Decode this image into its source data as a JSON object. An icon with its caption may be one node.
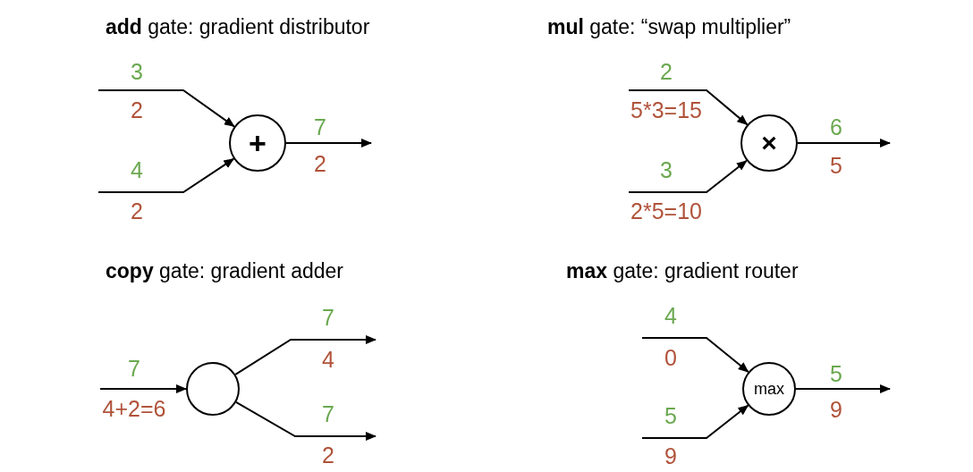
{
  "diagram": {
    "nodes": [
      {
        "text": [
          "+"
        ]
      },
      {
        "text": [
          "×"
        ]
      },
      {
        "text": [],
        "shape": "circle"
      },
      {
        "text": [
          "max"
        ]
      }
    ],
    "edges": [
      {
        "from": null,
        "to": 0,
        "arrow": "to"
      },
      {
        "from": null,
        "to": 0,
        "arrow": "to"
      },
      {
        "from": 0,
        "to": null,
        "arrow": "to"
      },
      {
        "from": null,
        "to": 1,
        "arrow": "to"
      },
      {
        "from": null,
        "to": 1,
        "arrow": "to"
      },
      {
        "from": 1,
        "to": null,
        "arrow": "to"
      },
      {
        "from": null,
        "to": 2,
        "arrow": "to"
      },
      {
        "from": 2,
        "to": null,
        "arrow": "to"
      },
      {
        "from": 2,
        "to": null,
        "arrow": "to"
      },
      {
        "from": null,
        "to": 3,
        "arrow": "to"
      },
      {
        "from": null,
        "to": 3,
        "arrow": "to"
      },
      {
        "from": 3,
        "to": null,
        "arrow": "to"
      }
    ],
    "labels": [
      "**add** gate: gradient distributor",
      "3",
      "2",
      "4",
      "2",
      "7",
      "2",
      "**mul** gate: “swap multiplier”",
      "2",
      "5*3=15",
      "3",
      "2*5=10",
      "6",
      "5",
      "**copy** gate: gradient adder",
      "7",
      "4",
      "7",
      "2",
      "7",
      "4+2=6",
      "**max** gate: gradient router",
      "4",
      "0",
      "5",
      "9",
      "5",
      "9"
    ]
  }
}
